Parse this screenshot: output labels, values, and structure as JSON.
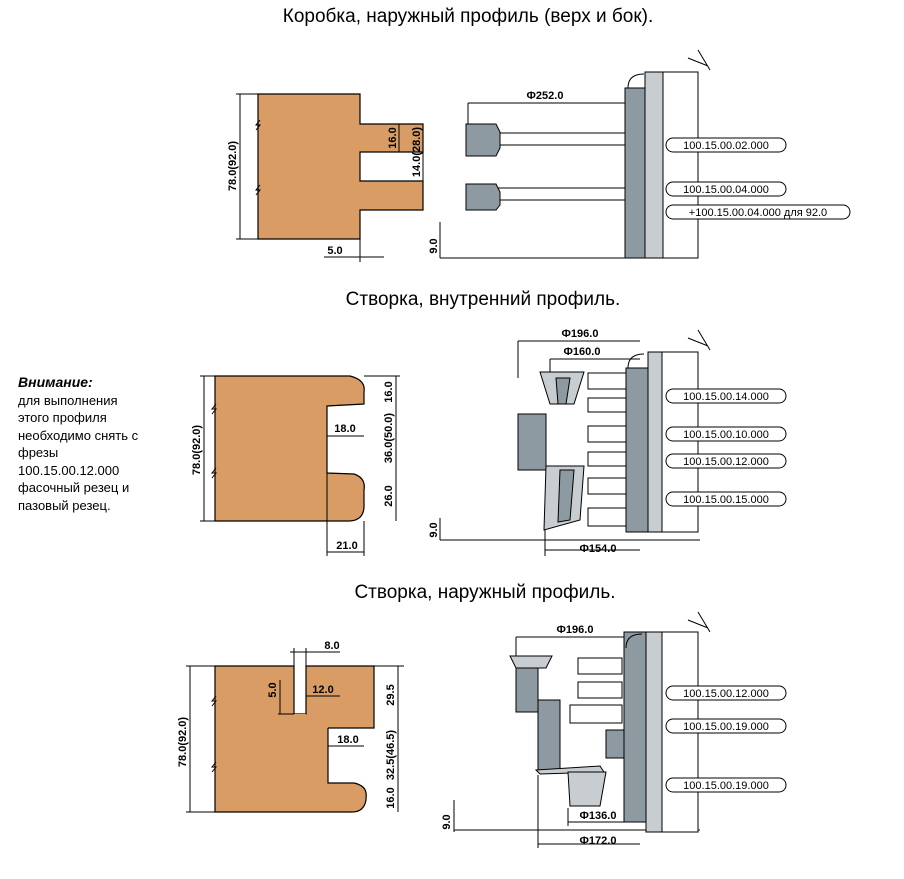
{
  "sections": [
    {
      "title": "Коробка, наружный профиль (верх и бок).",
      "dims": {
        "height": "78.0(92.0)",
        "d1": "16.0",
        "d2": "14.0(28.0)",
        "depth": "5.0",
        "base": "9.0",
        "diameter": "Ф252.0"
      },
      "parts": [
        "100.15.00.02.000",
        "100.15.00.04.000",
        "+100.15.00.04.000 для 92.0"
      ]
    },
    {
      "title": "Створка, внутренний профиль.",
      "dims": {
        "height": "78.0(92.0)",
        "d1": "16.0",
        "d2": "18.0",
        "d3": "36.0(50.0)",
        "d4": "26.0",
        "width": "21.0",
        "base": "9.0",
        "diam1": "Ф196.0",
        "diam2": "Ф160.0",
        "diam3": "Ф154.0"
      },
      "parts": [
        "100.15.00.14.000",
        "100.15.00.10.000",
        "100.15.00.12.000",
        "100.15.00.15.000"
      ]
    },
    {
      "title": "Створка, наружный профиль.",
      "dims": {
        "height": "78.0(92.0)",
        "d1": "8.0",
        "d2": "5.0",
        "d3": "12.0",
        "d4": "29.5",
        "d5": "18.0",
        "d6": "32.5(46.5)",
        "d7": "16.0",
        "base": "9.0",
        "diam1": "Ф196.0",
        "diam2": "Ф136.0",
        "diam3": "Ф172.0"
      },
      "parts": [
        "100.15.00.12.000",
        "100.15.00.19.000",
        "100.15.00.19.000"
      ]
    }
  ],
  "note": {
    "heading": "Внимание:",
    "lines": [
      "для выполнения",
      "этого профиля",
      "необходимо снять с",
      "фрезы",
      "100.15.00.12.000",
      "фасочный резец и",
      "пазовый резец."
    ]
  }
}
